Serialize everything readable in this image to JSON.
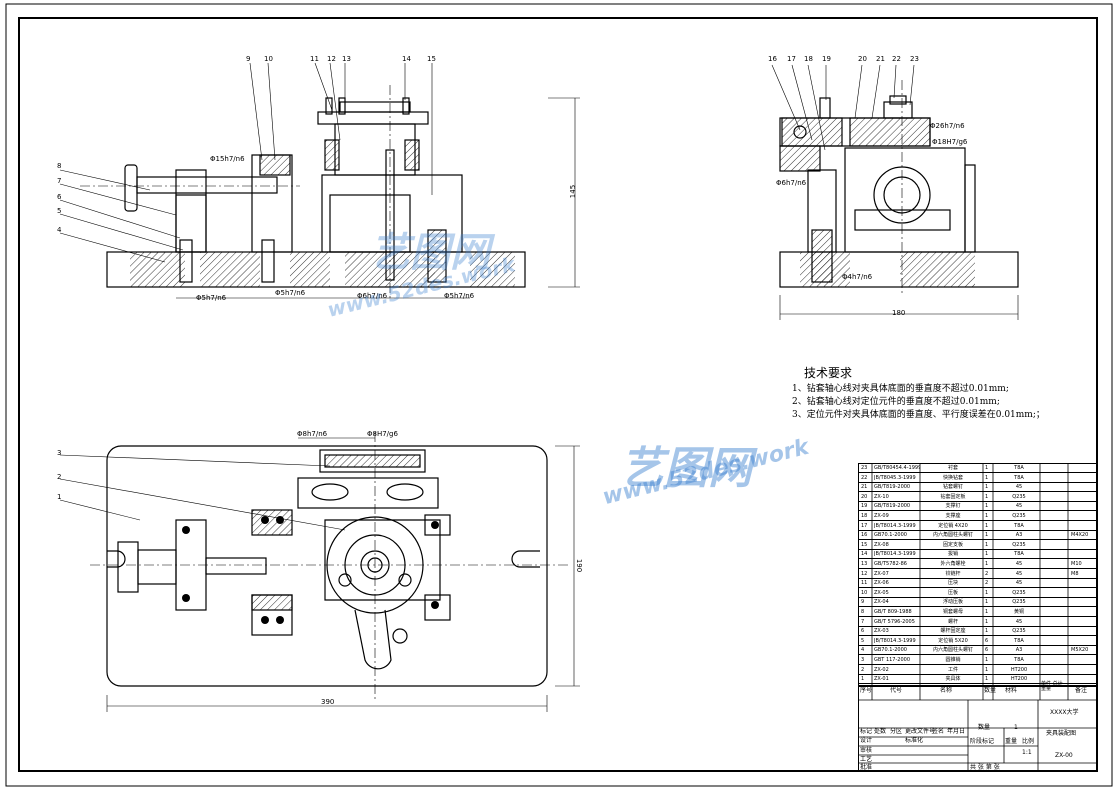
{
  "drawing": {
    "front_view": {
      "part_numbers": [
        "9",
        "10",
        "11",
        "12",
        "13",
        "14",
        "15",
        "8",
        "7",
        "6",
        "5",
        "4"
      ],
      "dims": {
        "d1": "Φ15h7/n6",
        "d2": "Φ5h7/n6",
        "d3": "Φ5h7/n6",
        "d4": "Φ6h7/n6",
        "d5": "Φ5h7/n6",
        "height": "145"
      }
    },
    "side_view": {
      "part_numbers": [
        "16",
        "17",
        "18",
        "19",
        "20",
        "21",
        "22",
        "23"
      ],
      "dims": {
        "d1": "Φ26h7/n6",
        "d2": "Φ18H7/g6",
        "d3": "Φ6h7/n6",
        "d4": "Φ4h7/n6",
        "width": "180"
      }
    },
    "top_view": {
      "part_numbers": [
        "3",
        "2",
        "1"
      ],
      "dims": {
        "d1": "Φ8h7/n6",
        "d2": "Φ8H7/g6",
        "width": "390",
        "height": "190"
      }
    }
  },
  "tech_requirements": {
    "title": "技术要求",
    "items": [
      "1、钻套轴心线对夹具体底面的垂直度不超过0.01mm;",
      "2、钻套轴心线对定位元件的垂直度不超过0.01mm;",
      "3、定位元件对夹具体底面的垂直度、平行度误差在0.01mm;；"
    ]
  },
  "bom": {
    "rows": [
      {
        "no": "23",
        "code": "GB/T80454.4-1999",
        "name": "衬套",
        "qty": "1",
        "mat": "T8A",
        "note": ""
      },
      {
        "no": "22",
        "code": "JB/T8045.3-1999",
        "name": "快换钻套",
        "qty": "1",
        "mat": "T8A",
        "note": ""
      },
      {
        "no": "21",
        "code": "GB/T819-2000",
        "name": "钻套螺钉",
        "qty": "1",
        "mat": "45",
        "note": ""
      },
      {
        "no": "20",
        "code": "ZX-10",
        "name": "钻套固定板",
        "qty": "1",
        "mat": "Q235",
        "note": ""
      },
      {
        "no": "19",
        "code": "GB/T819-2000",
        "name": "支撑钉",
        "qty": "1",
        "mat": "45",
        "note": ""
      },
      {
        "no": "18",
        "code": "ZX-09",
        "name": "支撑座",
        "qty": "1",
        "mat": "Q235",
        "note": ""
      },
      {
        "no": "17",
        "code": "JB/T8014.3-1999",
        "name": "定位销 4X20",
        "qty": "1",
        "mat": "T8A",
        "note": ""
      },
      {
        "no": "16",
        "code": "GB70.1-2000",
        "name": "内六角圆柱头螺钉",
        "qty": "1",
        "mat": "A3",
        "note": "M4X20"
      },
      {
        "no": "15",
        "code": "ZX-08",
        "name": "固定支板",
        "qty": "1",
        "mat": "Q235",
        "note": ""
      },
      {
        "no": "14",
        "code": "JB/T8014.3-1999",
        "name": "拔销",
        "qty": "1",
        "mat": "T8A",
        "note": ""
      },
      {
        "no": "13",
        "code": "GB/T5782-86",
        "name": "外六角螺栓",
        "qty": "1",
        "mat": "45",
        "note": "M10"
      },
      {
        "no": "12",
        "code": "ZX-07",
        "name": "铰链杆",
        "qty": "2",
        "mat": "45",
        "note": "M8"
      },
      {
        "no": "11",
        "code": "ZX-06",
        "name": "压块",
        "qty": "2",
        "mat": "45",
        "note": ""
      },
      {
        "no": "10",
        "code": "ZX-05",
        "name": "压板",
        "qty": "1",
        "mat": "Q235",
        "note": ""
      },
      {
        "no": "9",
        "code": "ZX-04",
        "name": "浮动压板",
        "qty": "1",
        "mat": "Q235",
        "note": ""
      },
      {
        "no": "8",
        "code": "GB/T 809-1988",
        "name": "铜套螺母",
        "qty": "1",
        "mat": "黄铜",
        "note": ""
      },
      {
        "no": "7",
        "code": "GB/T 5796-2005",
        "name": "螺杆",
        "qty": "1",
        "mat": "45",
        "note": ""
      },
      {
        "no": "6",
        "code": "ZX-03",
        "name": "螺杆固定座",
        "qty": "1",
        "mat": "Q235",
        "note": ""
      },
      {
        "no": "5",
        "code": "JB/T8014.3-1999",
        "name": "定位销 5X20",
        "qty": "6",
        "mat": "T8A",
        "note": ""
      },
      {
        "no": "4",
        "code": "GB70.1-2000",
        "name": "内六角圆柱头螺钉",
        "qty": "6",
        "mat": "A3",
        "note": "M5X20"
      },
      {
        "no": "3",
        "code": "GBT 117-2000",
        "name": "圆锥销",
        "qty": "1",
        "mat": "T8A",
        "note": ""
      },
      {
        "no": "2",
        "code": "ZX-02",
        "name": "工件",
        "qty": "1",
        "mat": "HT200",
        "note": ""
      },
      {
        "no": "1",
        "code": "ZX-01",
        "name": "夹具体",
        "qty": "1",
        "mat": "HT200",
        "note": ""
      }
    ],
    "header": {
      "no": "序号",
      "code": "代号",
      "name": "名称",
      "qty": "数量",
      "mat": "材料",
      "weight": "单件 总计 重量",
      "note": "备注"
    }
  },
  "title_block": {
    "school": "XXXX大学",
    "drawing_name": "夹具装配图",
    "drawing_code": "ZX-00",
    "qty_label": "数量",
    "qty_value": "1",
    "scale_label": "比例",
    "scale_value": "1:1",
    "weight_label": "重量",
    "stage_label": "阶段标记",
    "sheet_text": "共    张    第    张",
    "rows": [
      "标记",
      "处数",
      "分区",
      "更改文件号",
      "签名",
      "年月日",
      "设计",
      "标准化",
      "审核",
      "工艺",
      "批准"
    ]
  },
  "watermark": {
    "cn": "艺图网",
    "url": "www.52des.work"
  }
}
